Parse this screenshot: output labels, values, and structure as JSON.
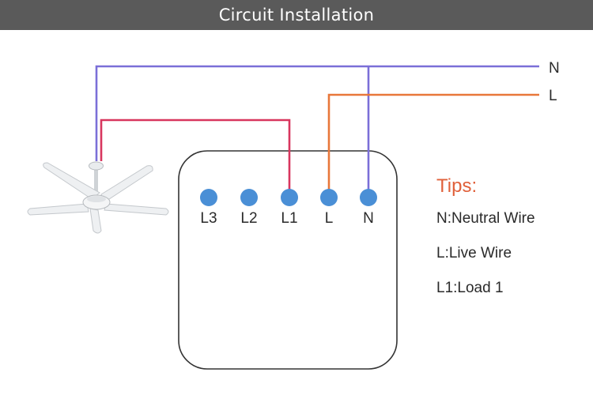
{
  "header": {
    "title": "Circuit Installation"
  },
  "lines": {
    "neutral_label": "N",
    "live_label": "L"
  },
  "device": {
    "terminals": [
      {
        "label": "L3"
      },
      {
        "label": "L2"
      },
      {
        "label": "L1"
      },
      {
        "label": "L"
      },
      {
        "label": "N"
      }
    ]
  },
  "tips": {
    "title": "Tips:",
    "items": [
      "N:Neutral Wire",
      "L:Live Wire",
      "L1:Load 1"
    ]
  },
  "colors": {
    "header_bg": "#5a5a5a",
    "neutral_wire": "#7b6fd8",
    "live_wire": "#e8773a",
    "load_wire": "#d8365e",
    "terminal": "#4a8fd6",
    "tips_title": "#e0603a"
  },
  "icons": {
    "fan": "ceiling-fan-icon"
  }
}
